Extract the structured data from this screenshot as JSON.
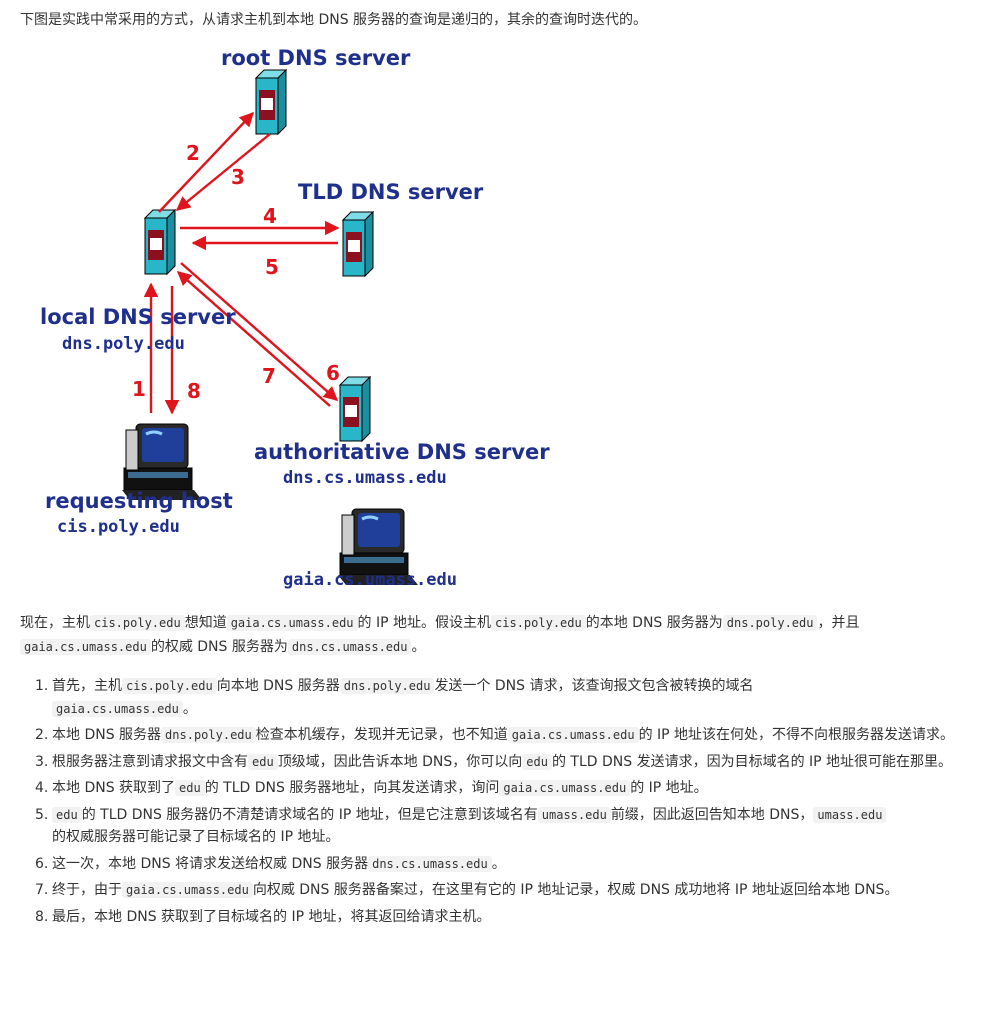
{
  "intro": "下图是实践中常采用的方式，从请求主机到本地 DNS 服务器的查询是递归的，其余的查询时迭代的。",
  "diagram": {
    "root": "root DNS server",
    "tld": "TLD DNS server",
    "local": "local DNS server",
    "local_host": "dns.poly.edu",
    "auth": "authoritative DNS server",
    "auth_host": "dns.cs.umass.edu",
    "req": "requesting host",
    "req_host": "cis.poly.edu",
    "target_host": "gaia.cs.umass.edu",
    "numbers": [
      "1",
      "2",
      "3",
      "4",
      "5",
      "6",
      "7",
      "8"
    ],
    "colors": {
      "label": "#1f2f8c",
      "arrow": "#e0141c",
      "server_body": "#29b6c8",
      "server_panel": "#8b1020"
    }
  },
  "para": {
    "t1": "现在，主机",
    "c1": "cis.poly.edu",
    "t2": "想知道",
    "c2": "gaia.cs.umass.edu",
    "t3": "的 IP 地址。假设主机",
    "c3": "cis.poly.edu",
    "t4": "的本地 DNS 服务器为",
    "c4": "dns.poly.edu",
    "t5": "，并且",
    "c5": "gaia.cs.umass.edu",
    "t6": "的权威 DNS 服务器为",
    "c6": "dns.cs.umass.edu",
    "t7": "。"
  },
  "steps": [
    {
      "n": "1.",
      "a": "首先，主机",
      "b": "cis.poly.edu",
      "c": "向本地 DNS 服务器",
      "d": "dns.poly.edu",
      "e": "发送一个 DNS 请求，该查询报文包含被转换的域名",
      "f": "gaia.cs.umass.edu",
      "g": "。"
    },
    {
      "n": "2.",
      "a": "本地 DNS 服务器",
      "b": "dns.poly.edu",
      "c": "检查本机缓存，发现并无记录，也不知道",
      "d": "gaia.cs.umass.edu",
      "e": "的 IP 地址该在何处，不得不向根服务器发送请求。"
    },
    {
      "n": "3.",
      "a": "根服务器注意到请求报文中含有",
      "b": "edu",
      "c": "顶级域，因此告诉本地 DNS，你可以向",
      "d": "edu",
      "e": "的 TLD DNS 发送请求，因为目标域名的 IP 地址很可能在那里。"
    },
    {
      "n": "4.",
      "a": "本地 DNS 获取到了",
      "b": "edu",
      "c": "的 TLD DNS 服务器地址，向其发送请求，询问",
      "d": "gaia.cs.umass.edu",
      "e": "的 IP 地址。"
    },
    {
      "n": "5.",
      "b": "edu",
      "c": "的 TLD DNS 服务器仍不清楚请求域名的 IP 地址，但是它注意到该域名有",
      "d": "umass.edu",
      "e": "前缀，因此返回告知本地 DNS，",
      "f": "umass.edu",
      "g": "的权威服务器可能记录了目标域名的 IP 地址。"
    },
    {
      "n": "6.",
      "a": "这一次，本地 DNS 将请求发送给权威 DNS 服务器",
      "b": "dns.cs.umass.edu",
      "c": "。"
    },
    {
      "n": "7.",
      "a": "终于，由于",
      "b": "gaia.cs.umass.edu",
      "c": "向权威 DNS 服务器备案过，在这里有它的 IP 地址记录，权威 DNS 成功地将 IP 地址返回给本地 DNS。"
    },
    {
      "n": "8.",
      "a": "最后，本地 DNS 获取到了目标域名的 IP 地址，将其返回给请求主机。"
    }
  ]
}
